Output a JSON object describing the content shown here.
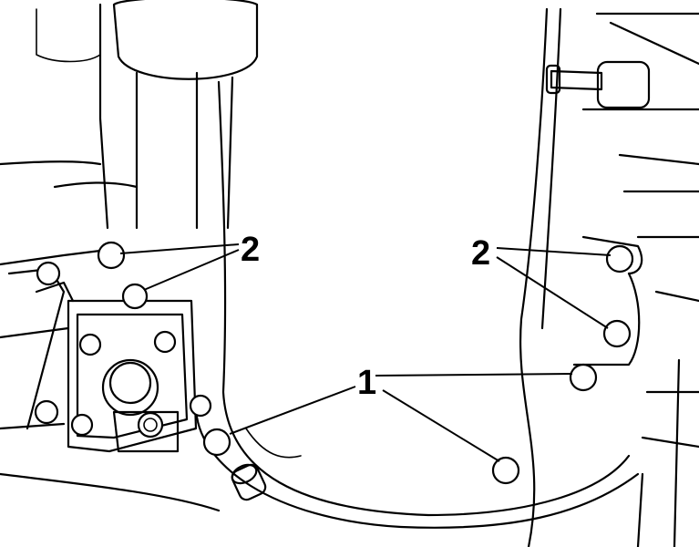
{
  "callouts": [
    {
      "id": "label-2-left",
      "text": "2"
    },
    {
      "id": "label-2-right",
      "text": "2"
    },
    {
      "id": "label-1",
      "text": "1"
    }
  ]
}
